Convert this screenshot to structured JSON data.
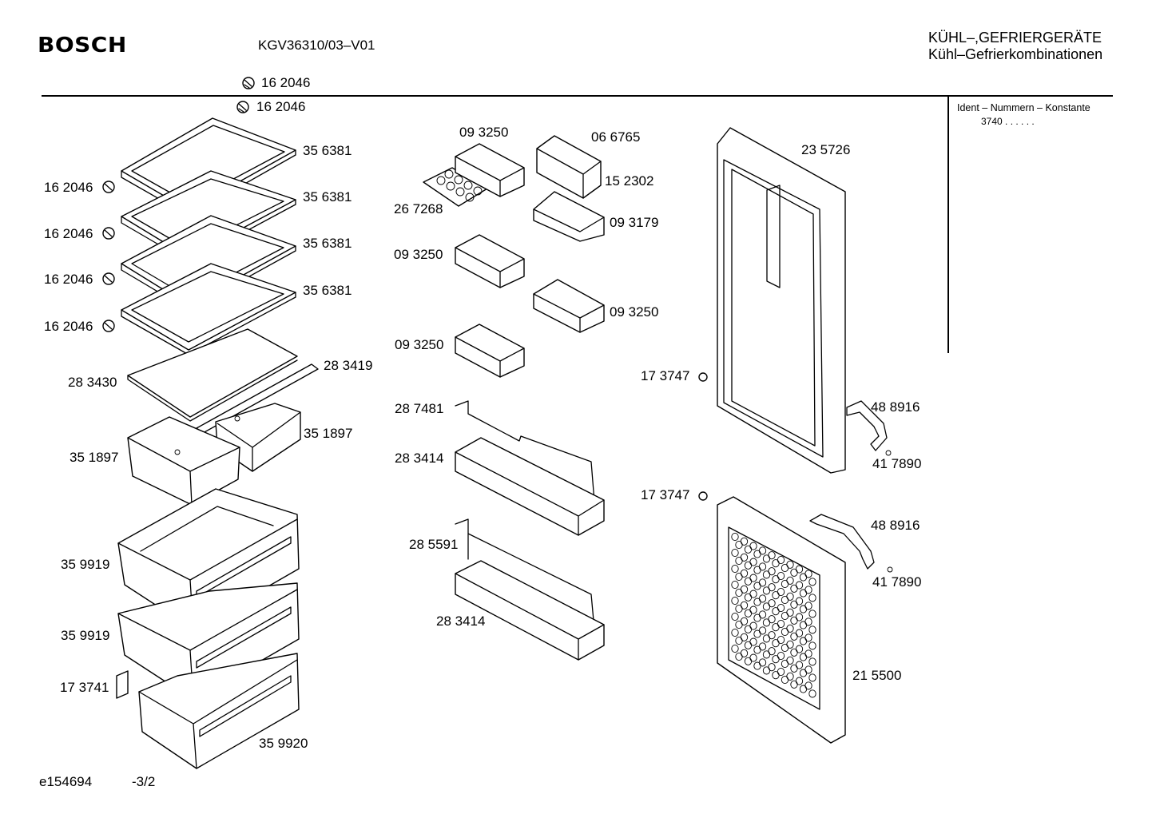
{
  "header": {
    "brand": "BOSCH",
    "model": "KGV36310/03–V01",
    "category_line1": "KÜHL–,GEFRIERGERÄTE",
    "category_line2": "Kühl–Gefrierkombinationen"
  },
  "ident_box": {
    "title": "Ident – Nummern – Konstante",
    "value": "3740  .  .  .  .  .  ."
  },
  "footer": {
    "drawing_id": "e154694",
    "page": "-3/2"
  },
  "parts": {
    "p162046_top_a": "16 2046",
    "p162046_top_b": "16 2046",
    "p162046_l1": "16 2046",
    "p162046_l2": "16 2046",
    "p162046_l3": "16 2046",
    "p162046_l4": "16 2046",
    "p356381_1": "35 6381",
    "p356381_2": "35 6381",
    "p356381_3": "35 6381",
    "p356381_4": "35 6381",
    "p283430": "28 3430",
    "p283419": "28 3419",
    "p351897_a": "35 1897",
    "p351897_b": "35 1897",
    "p359919_a": "35 9919",
    "p359919_b": "35 9919",
    "p173741": "17 3741",
    "p359920": "35 9920",
    "p093250_a": "09 3250",
    "p267268": "26 7268",
    "p066765": "06 6765",
    "p152302": "15 2302",
    "p093179": "09 3179",
    "p093250_b": "09 3250",
    "p093250_c": "09 3250",
    "p093250_d": "09 3250",
    "p287481": "28 7481",
    "p283414_a": "28 3414",
    "p285591": "28 5591",
    "p283414_b": "28 3414",
    "p235726": "23 5726",
    "p173747_a": "17 3747",
    "p173747_b": "17 3747",
    "p488916_a": "48 8916",
    "p488916_b": "48 8916",
    "p417890_a": "41 7890",
    "p417890_b": "41 7890",
    "p215500": "21 5500"
  }
}
